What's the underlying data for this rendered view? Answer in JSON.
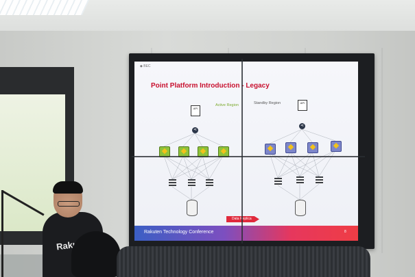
{
  "slide": {
    "tag": "◆ BEC",
    "title": "Point Platform Introduction - Legacy",
    "active_region": "Active Region",
    "standby_region": "Standby Region",
    "api_label": "API",
    "replica_label": "Data Replica",
    "footer": "Rakuten Technology Conference",
    "page_number": "8"
  },
  "presenter": {
    "shirt_text": "Rakuten"
  },
  "colors": {
    "title_red": "#c8102e",
    "active_green": "#8fc23b",
    "standby_purple": "#7d86c9",
    "footer_gradient_start": "#3b5fc4",
    "footer_gradient_end": "#ef3d45"
  }
}
